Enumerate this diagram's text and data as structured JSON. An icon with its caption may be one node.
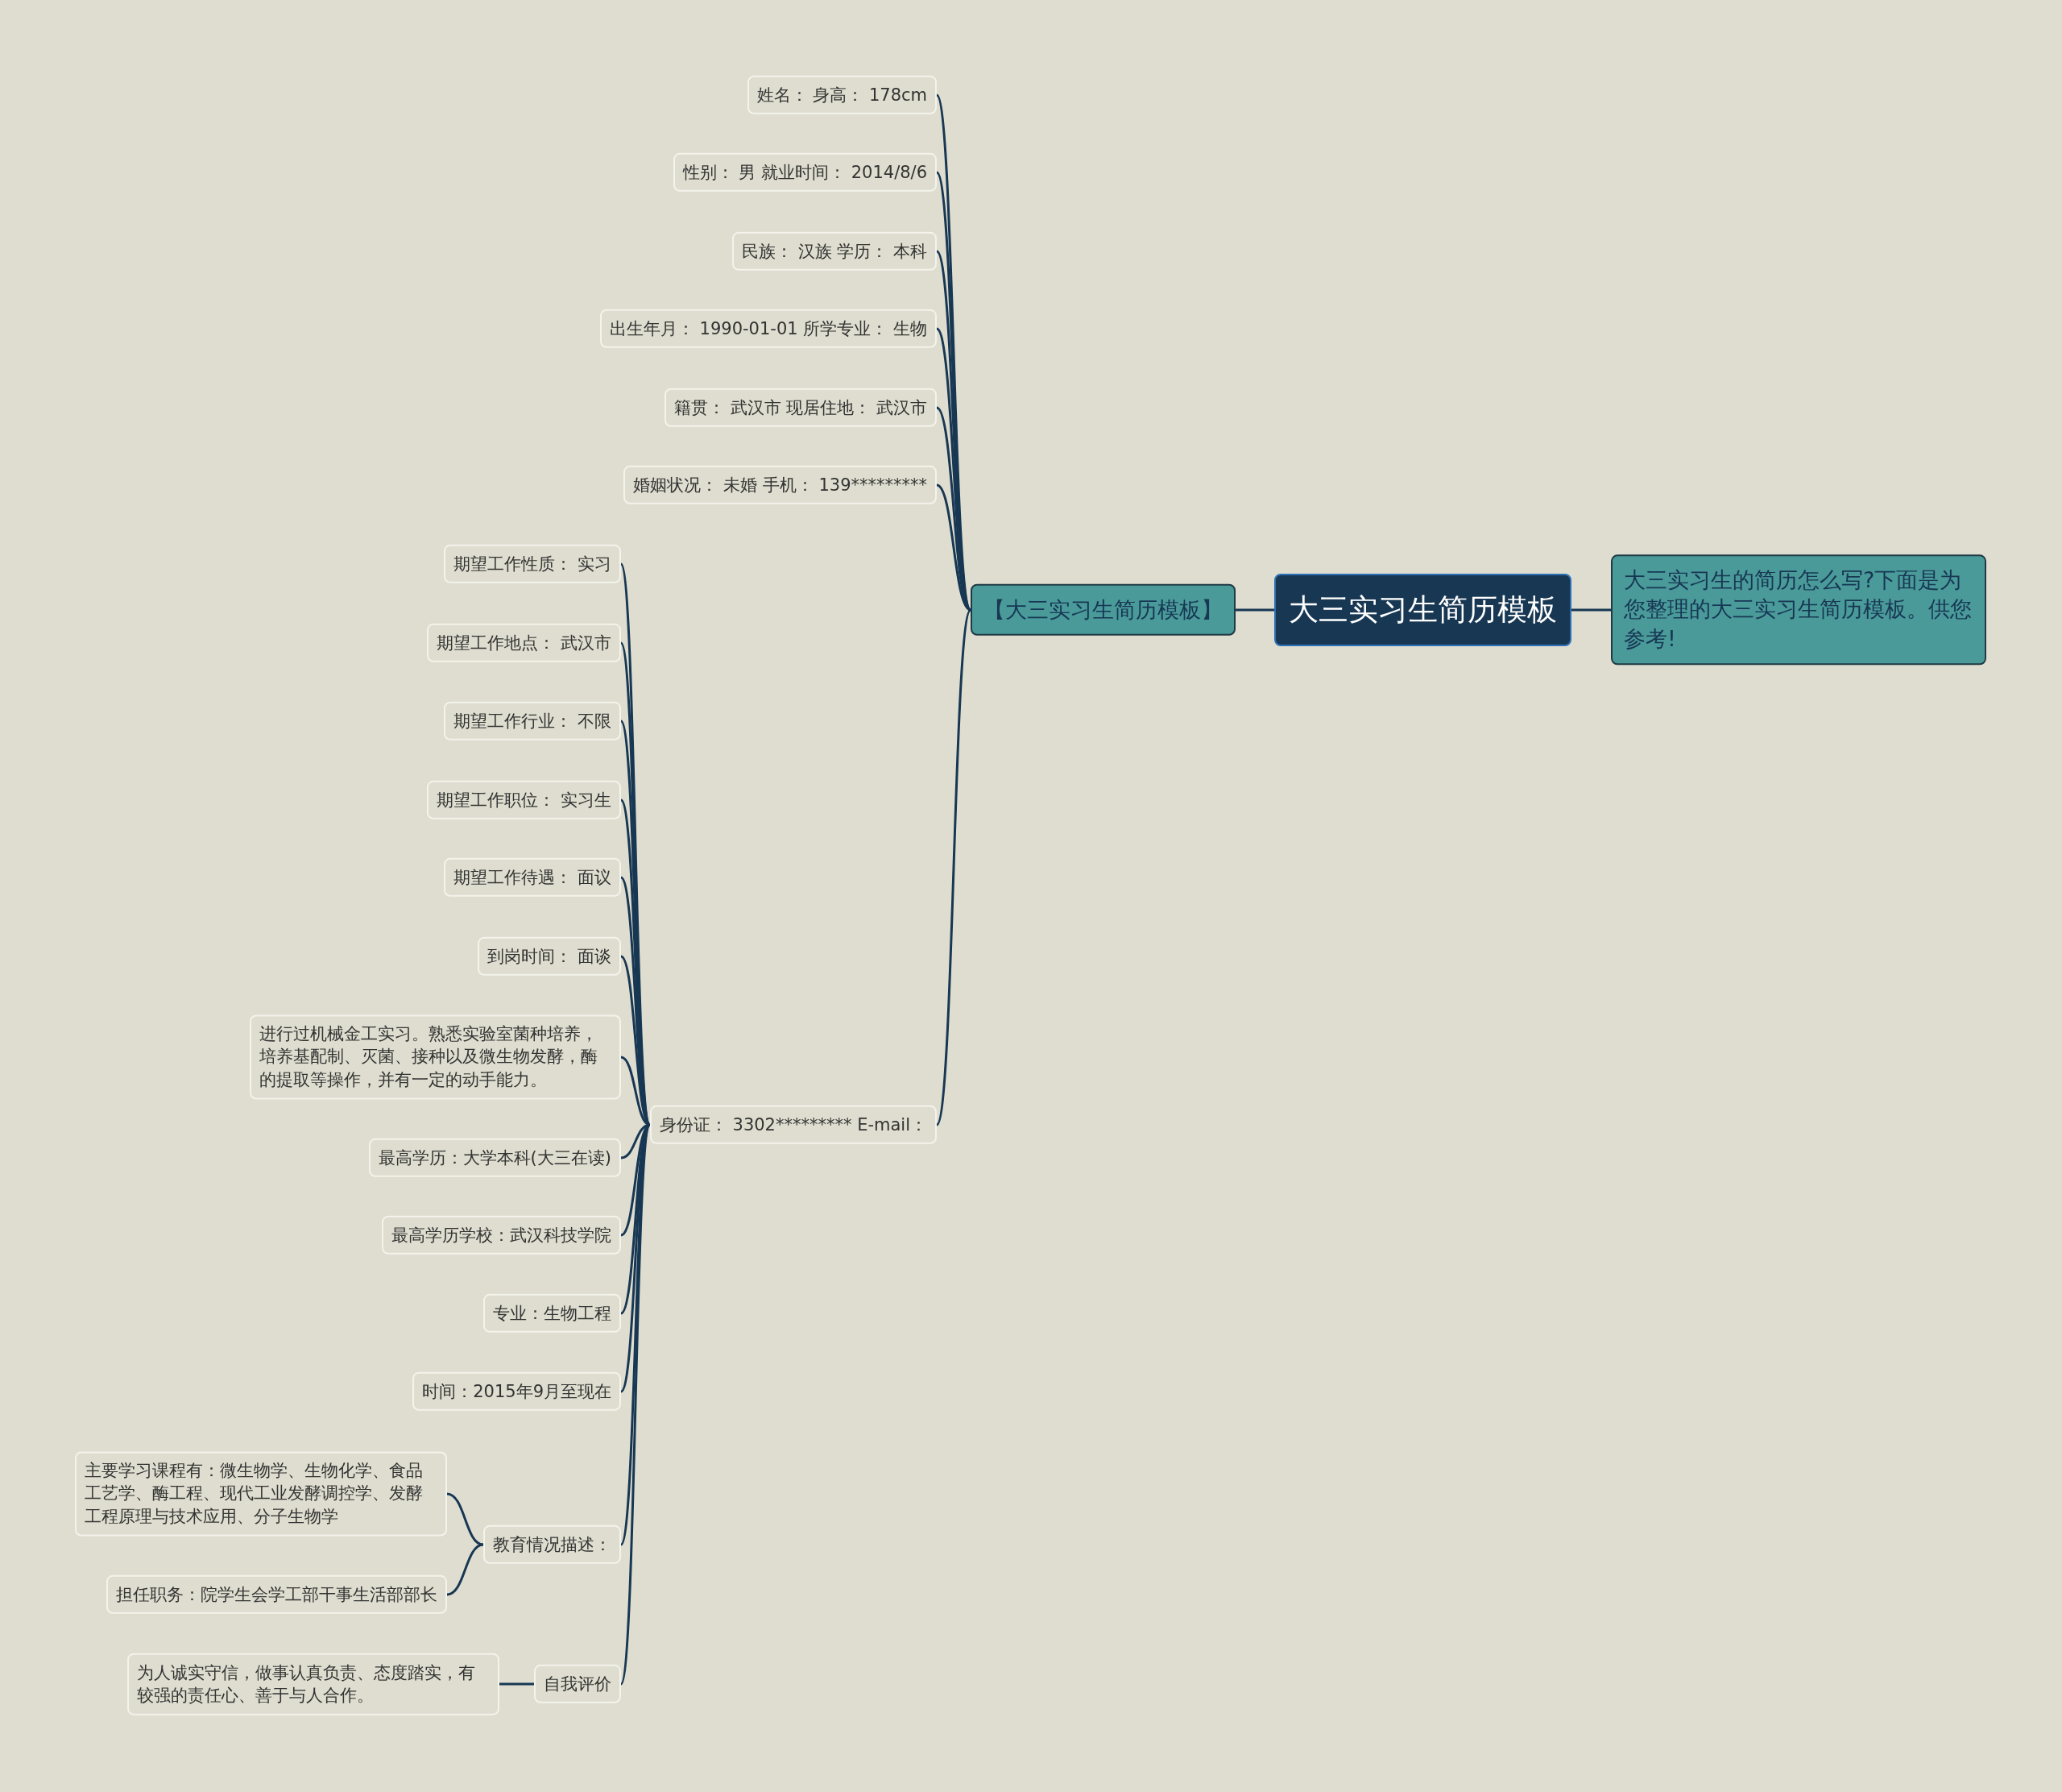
{
  "diagram": {
    "nodes": [
      {
        "text": [
          "大三实习生简历模板"
        ]
      },
      {
        "text": [
          "大三实习生的简历怎么写?下面是为您整理的大三实习生简历模板。供您参考!"
        ]
      },
      {
        "text": [
          "【大三实习生简历模板】"
        ]
      },
      {
        "text": [
          "姓名： 身高： 178cm"
        ]
      },
      {
        "text": [
          "性别： 男 就业时间： 2014/8/6"
        ]
      },
      {
        "text": [
          "民族： 汉族 学历： 本科"
        ]
      },
      {
        "text": [
          "出生年月： 1990-01-01 所学专业： 生物"
        ]
      },
      {
        "text": [
          "籍贯： 武汉市 现居住地： 武汉市"
        ]
      },
      {
        "text": [
          "婚姻状况： 未婚 手机： 139*********"
        ]
      },
      {
        "text": [
          "身份证： 3302********* E-mail："
        ]
      },
      {
        "text": [
          "期望工作性质： 实习"
        ]
      },
      {
        "text": [
          "期望工作地点： 武汉市"
        ]
      },
      {
        "text": [
          "期望工作行业： 不限"
        ]
      },
      {
        "text": [
          "期望工作职位： 实习生"
        ]
      },
      {
        "text": [
          "期望工作待遇： 面议"
        ]
      },
      {
        "text": [
          "到岗时间： 面谈"
        ]
      },
      {
        "text": [
          "进行过机械金工实习。熟悉实验室菌种培养，培养基配制、灭菌、接种以及微生物发酵，酶的提取等操作，并有一定的动手能力。"
        ]
      },
      {
        "text": [
          "最高学历：大学本科(大三在读)"
        ]
      },
      {
        "text": [
          "最高学历学校：武汉科技学院"
        ]
      },
      {
        "text": [
          "专业：生物工程"
        ]
      },
      {
        "text": [
          "时间：2015年9月至现在"
        ]
      },
      {
        "text": [
          "教育情况描述："
        ]
      },
      {
        "text": [
          "主要学习课程有：微生物学、生物化学、食品工艺学、酶工程、现代工业发酵调控学、发酵工程原理与技术应用、分子生物学"
        ]
      },
      {
        "text": [
          "担任职务：院学生会学工部干事生活部部长"
        ]
      },
      {
        "text": [
          "自我评价"
        ]
      },
      {
        "text": [
          "为人诚实守信，做事认真负责、态度踏实，有较强的责任心、善于与人合作。"
        ]
      }
    ],
    "edges": [
      {
        "from": 0,
        "to": 1,
        "arrow": "none"
      },
      {
        "from": 0,
        "to": 2,
        "arrow": "none"
      },
      {
        "from": 2,
        "to": 3,
        "arrow": "none"
      },
      {
        "from": 2,
        "to": 4,
        "arrow": "none"
      },
      {
        "from": 2,
        "to": 5,
        "arrow": "none"
      },
      {
        "from": 2,
        "to": 6,
        "arrow": "none"
      },
      {
        "from": 2,
        "to": 7,
        "arrow": "none"
      },
      {
        "from": 2,
        "to": 8,
        "arrow": "none"
      },
      {
        "from": 2,
        "to": 9,
        "arrow": "none"
      },
      {
        "from": 9,
        "to": 10,
        "arrow": "none"
      },
      {
        "from": 9,
        "to": 11,
        "arrow": "none"
      },
      {
        "from": 9,
        "to": 12,
        "arrow": "none"
      },
      {
        "from": 9,
        "to": 13,
        "arrow": "none"
      },
      {
        "from": 9,
        "to": 14,
        "arrow": "none"
      },
      {
        "from": 9,
        "to": 15,
        "arrow": "none"
      },
      {
        "from": 9,
        "to": 16,
        "arrow": "none"
      },
      {
        "from": 9,
        "to": 17,
        "arrow": "none"
      },
      {
        "from": 9,
        "to": 18,
        "arrow": "none"
      },
      {
        "from": 9,
        "to": 19,
        "arrow": "none"
      },
      {
        "from": 9,
        "to": 20,
        "arrow": "none"
      },
      {
        "from": 9,
        "to": 21,
        "arrow": "none"
      },
      {
        "from": 9,
        "to": 24,
        "arrow": "none"
      },
      {
        "from": 21,
        "to": 22,
        "arrow": "none"
      },
      {
        "from": 21,
        "to": 23,
        "arrow": "none"
      },
      {
        "from": 24,
        "to": 25,
        "arrow": "none"
      }
    ]
  }
}
